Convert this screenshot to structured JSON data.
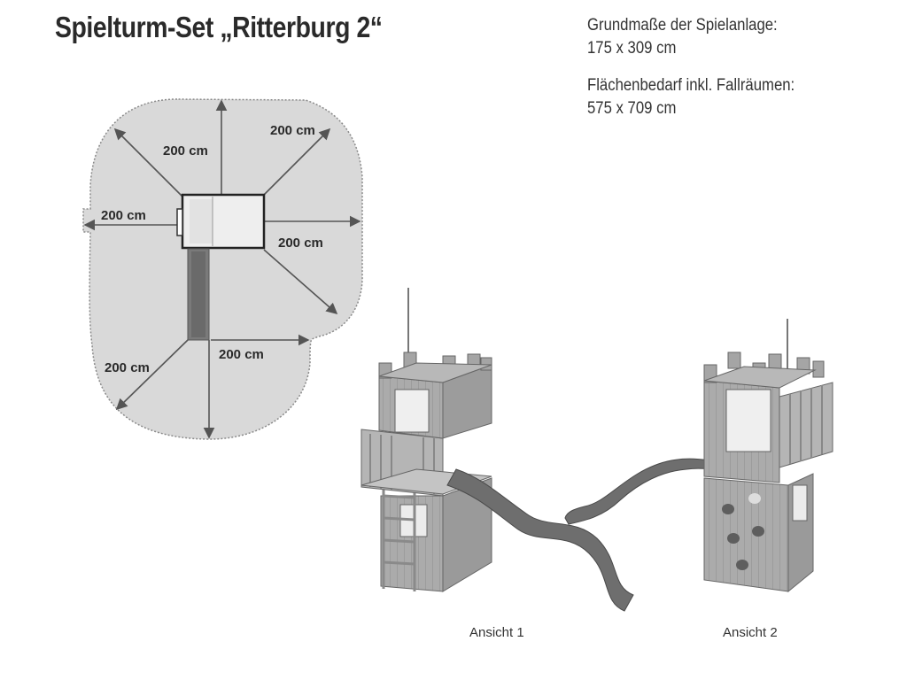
{
  "title": "Spielturm-Set „Ritterburg 2“",
  "info": {
    "base_label": "Grundmaße der Spielanlage:",
    "base_value": "175 x 309 cm",
    "area_label": "Flächenbedarf inkl. Fallräumen:",
    "area_value": "575 x 709 cm"
  },
  "plan": {
    "labels": [
      "200 cm",
      "200 cm",
      "200 cm",
      "200 cm",
      "200 cm",
      "200 cm"
    ]
  },
  "views": {
    "view1_caption": "Ansicht 1",
    "view2_caption": "Ansicht 2"
  },
  "colors": {
    "zone": "#d9d9d9",
    "wood": "#a8a8a8",
    "wood_dark": "#7e7e7e",
    "slide": "#6e6e6e"
  }
}
